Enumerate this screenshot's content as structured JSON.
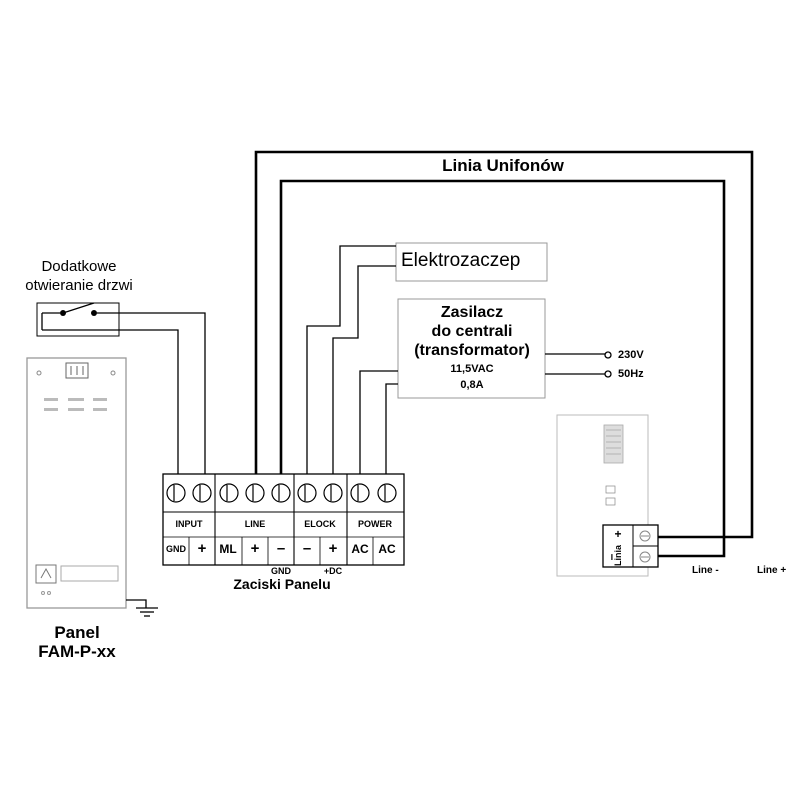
{
  "linia_unifonow": "Linia Unifonów",
  "dodatkowe": {
    "line1": "Dodatkowe",
    "line2": "otwieranie drzwi"
  },
  "elektrozaczep": "Elektrozaczep",
  "zasilacz": {
    "line1": "Zasilacz",
    "line2": "do centrali",
    "line3": "(transformator)",
    "line4": "11,5VAC",
    "line5": "0,8A",
    "mains_voltage": "230V",
    "mains_freq": "50Hz"
  },
  "terminals": {
    "groups": [
      "INPUT",
      "LINE",
      "ELOCK",
      "POWER"
    ],
    "labels": [
      "GND",
      "+",
      "ML",
      "+",
      "–",
      "–",
      "+",
      "AC",
      "AC"
    ],
    "below_gnd": "GND",
    "below_dc": "+DC",
    "caption": "Zaciski Panelu"
  },
  "panel": {
    "line1": "Panel",
    "line2": "FAM-P-xx"
  },
  "unifon": {
    "plus": "+",
    "minus": "–",
    "linia": "Linia",
    "line_minus": "Line -",
    "line_plus": "Line +"
  }
}
